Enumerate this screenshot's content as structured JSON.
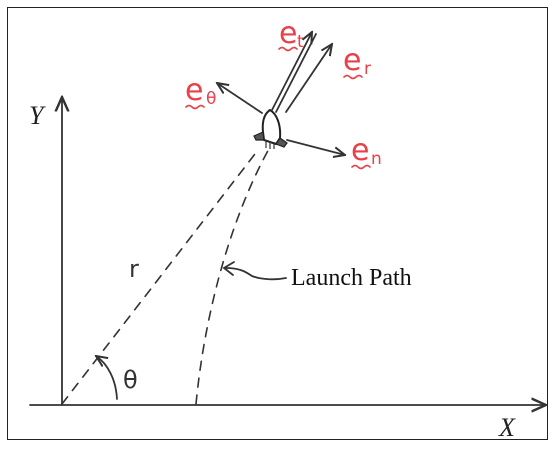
{
  "figure": {
    "axes": {
      "x_label": "X",
      "y_label": "Y"
    },
    "radius_label": "r",
    "angle_label": "θ",
    "caption": "Launch Path",
    "unit_vectors": {
      "t": {
        "main": "e",
        "sub": "t"
      },
      "r": {
        "main": "e",
        "sub": "r"
      },
      "theta": {
        "main": "e",
        "sub": "θ"
      },
      "n": {
        "main": "e",
        "sub": "n"
      }
    },
    "colors": {
      "ink": "#333333",
      "vector_labels": "#e8414a",
      "frame": "#222222"
    }
  }
}
